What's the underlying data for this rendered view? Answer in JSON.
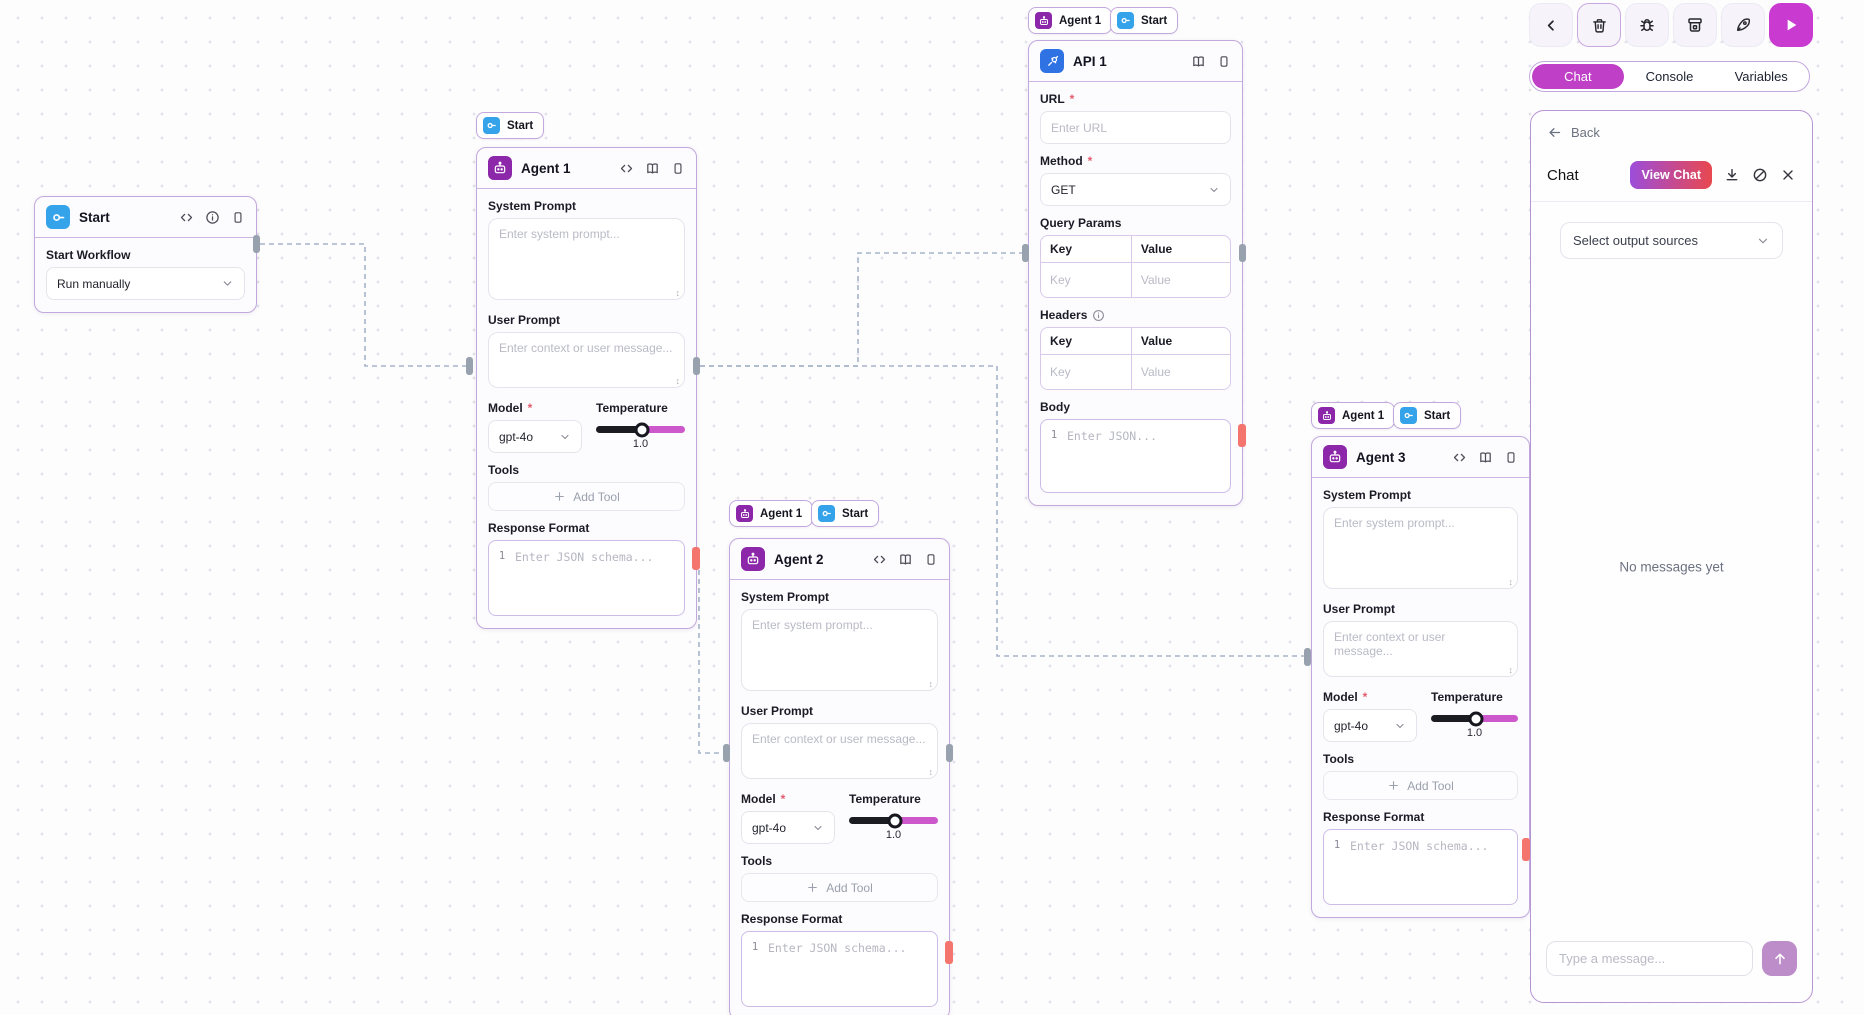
{
  "ui": {
    "required_marker": "*"
  },
  "colors": {
    "accent": "#bf40c6",
    "node_border": "#c2a9dd",
    "wire": "#a6b4c9",
    "handle_gray": "#98a1ae",
    "handle_red": "#f4756d",
    "slider_left": "#17171f",
    "slider_right": "#cd58cc",
    "view_chat_gradient": [
      "#9c4ddb",
      "#e8484f"
    ],
    "start_icon_bg": "#35a3ea",
    "agent_icon_bg": "#8b27a8",
    "api_icon_bg": "#2f72e4"
  },
  "toolbar": {
    "icons": [
      "back",
      "delete",
      "debug",
      "archive",
      "deploy",
      "run"
    ]
  },
  "tabs": [
    {
      "label": "Chat",
      "active": true
    },
    {
      "label": "Console",
      "active": false
    },
    {
      "label": "Variables",
      "active": false
    }
  ],
  "chat": {
    "back_label": "Back",
    "title": "Chat",
    "view_chat_label": "View Chat",
    "output_select_placeholder": "Select output sources",
    "empty_state": "No messages yet",
    "message_placeholder": "Type a message..."
  },
  "badges": {
    "agent": "Agent 1",
    "start": "Start"
  },
  "start_node": {
    "title": "Start",
    "trigger_label": "Start Workflow",
    "trigger_value": "Run manually"
  },
  "agents": [
    {
      "title": "Agent 1"
    },
    {
      "title": "Agent 2"
    },
    {
      "title": "Agent 3"
    }
  ],
  "agent_fields": {
    "system_prompt_label": "System Prompt",
    "system_prompt_placeholder": "Enter system prompt...",
    "user_prompt_label": "User Prompt",
    "user_prompt_placeholder": "Enter context or user message...",
    "model_label": "Model",
    "model_value": "gpt-4o",
    "temperature_label": "Temperature",
    "temperature_value": "1.0",
    "tools_label": "Tools",
    "add_tool_label": "Add Tool",
    "response_format_label": "Response Format",
    "response_format_placeholder": "Enter JSON schema...",
    "line_number": "1"
  },
  "api_node": {
    "title": "API 1",
    "url_label": "URL",
    "url_placeholder": "Enter URL",
    "method_label": "Method",
    "method_value": "GET",
    "query_params_label": "Query Params",
    "headers_label": "Headers",
    "key_header": "Key",
    "value_header": "Value",
    "key_placeholder": "Key",
    "value_placeholder": "Value",
    "body_label": "Body",
    "body_placeholder": "Enter JSON...",
    "line_number": "1"
  }
}
